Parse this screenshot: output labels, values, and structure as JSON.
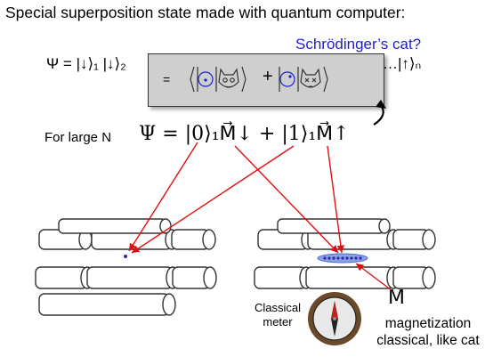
{
  "title": "Special superposition state made with quantum computer:",
  "cat_label": "Schrödinger’s cat?",
  "psi_left": "Ψ = |↓⟩₁ |↓⟩₂",
  "psi_right": "…|↑⟩ₙ",
  "box": {
    "eq_sign": "=",
    "plus": "+",
    "icons": [
      "cat-face-icon",
      "cat-face-icon"
    ]
  },
  "large_n_label": "For large N",
  "large_n_equation": "Ψ = |0⟩₁M⃗↓ + |1⟩₁M⃗↑",
  "meter_label": "Classical meter",
  "m_vector": "M⃗",
  "magnetization_label": "magnetization classical, like cat",
  "colors": {
    "arrow": "#e01010",
    "title_blue": "#1f1fc8",
    "box_fill": "#cfcfcf",
    "spin_dots": "#2a2aa8"
  }
}
